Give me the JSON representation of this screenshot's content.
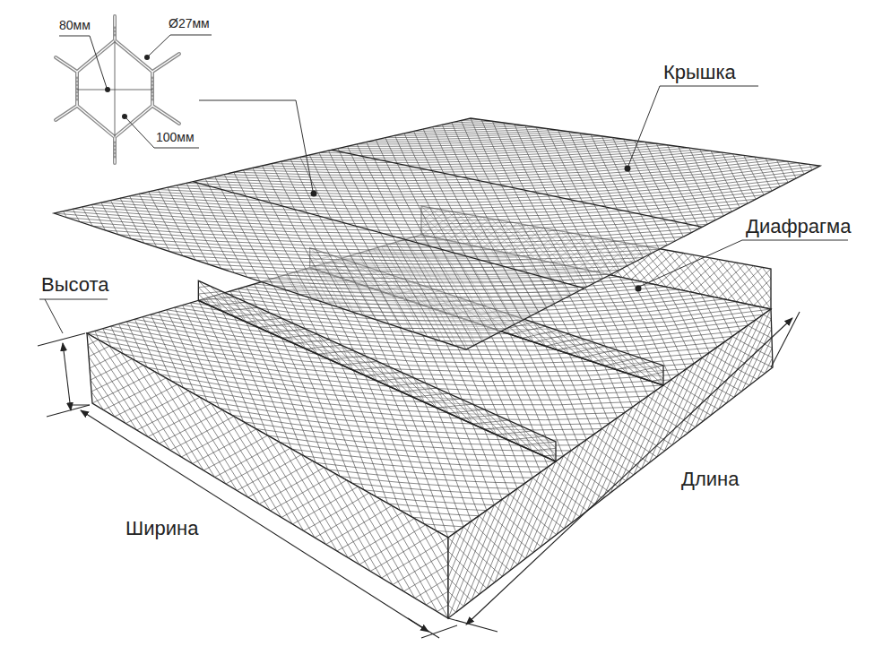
{
  "diagram": {
    "labels": [
      "80мм",
      "Ø27мм",
      "100мм",
      "Крышка",
      "Диафрагма",
      "Высота",
      "Ширина",
      "Длина"
    ]
  }
}
